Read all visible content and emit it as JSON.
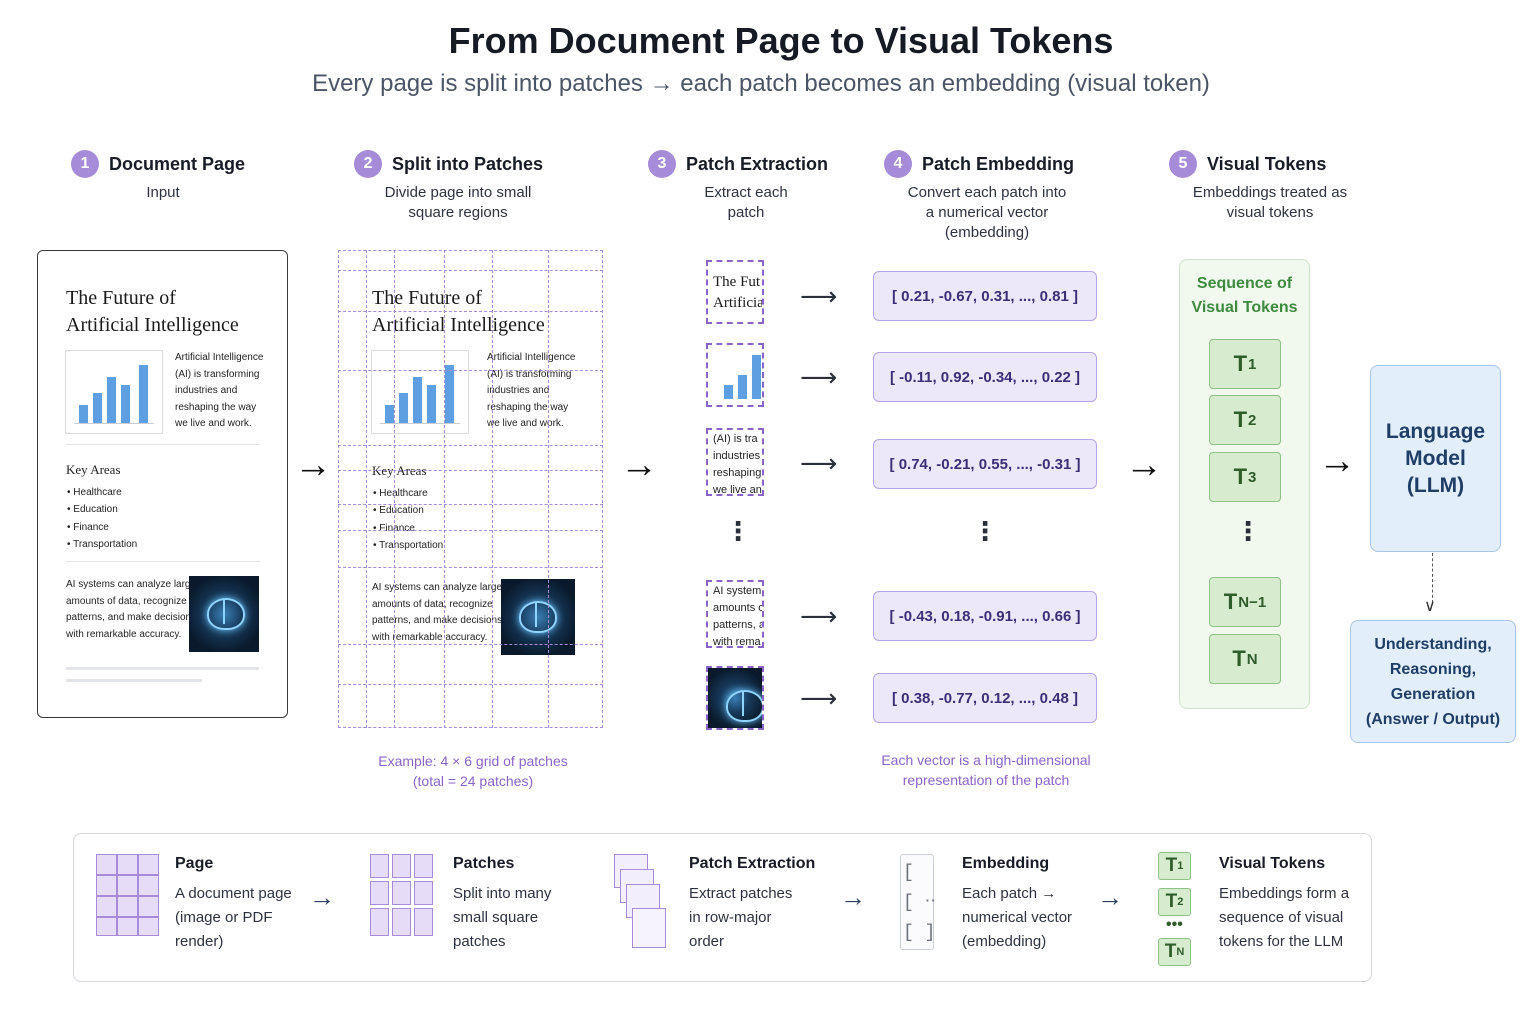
{
  "title": "From Document Page to Visual Tokens",
  "subtitle": "Every page is split into patches → each patch becomes an embedding (visual token)",
  "steps": [
    {
      "num": "1",
      "title": "Document Page",
      "desc": "Input"
    },
    {
      "num": "2",
      "title": "Split into Patches",
      "desc": "Divide page into small square regions"
    },
    {
      "num": "3",
      "title": "Patch Extraction",
      "desc": "Extract each patch"
    },
    {
      "num": "4",
      "title": "Patch Embedding",
      "desc": "Convert each patch into a numerical vector (embedding)"
    },
    {
      "num": "5",
      "title": "Visual Tokens",
      "desc": "Embeddings treated as visual tokens"
    }
  ],
  "document": {
    "title_line1": "The Future of",
    "title_line2": "Artificial Intelligence",
    "intro": [
      "Artificial Intelligence",
      "(AI) is transforming",
      "industries and",
      "reshaping the way",
      "we live and work."
    ],
    "key_areas_title": "Key Areas",
    "key_areas": [
      "Healthcare",
      "Education",
      "Finance",
      "Transportation"
    ],
    "ai_text": [
      "AI systems can analyze large",
      "amounts of data, recognize",
      "patterns, and make decisions",
      "with remarkable accuracy."
    ]
  },
  "grid_caption": [
    "Example: 4 × 6 grid of patches",
    "(total = 24 patches)"
  ],
  "patches": {
    "p1": [
      "The Fut",
      "Artificia"
    ],
    "p3": [
      "(AI) is tra",
      "industries",
      "reshaping",
      "we live an"
    ],
    "p5": [
      "AI system",
      "amounts o",
      "patterns, an",
      "with rema"
    ]
  },
  "vectors": [
    "[ 0.21, -0.67, 0.31, ..., 0.81 ]",
    "[ -0.11, 0.92, -0.34, ..., 0.22 ]",
    "[ 0.74, -0.21, 0.55, ..., -0.31 ]",
    "[ -0.43, 0.18, -0.91, ..., 0.66 ]",
    "[ 0.38, -0.77, 0.12, ..., 0.48 ]"
  ],
  "vector_caption": [
    "Each vector is a high-dimensional",
    "representation of the patch"
  ],
  "tokens": {
    "title_line1": "Sequence of",
    "title_line2": "Visual Tokens",
    "items": [
      {
        "base": "T",
        "sub": "1"
      },
      {
        "base": "T",
        "sub": "2"
      },
      {
        "base": "T",
        "sub": "3"
      },
      {
        "base": "T",
        "sub": "N−1"
      },
      {
        "base": "T",
        "sub": "N"
      }
    ]
  },
  "llm": {
    "line1": "Language",
    "line2": "Model",
    "line3": "(LLM)"
  },
  "output": {
    "line1": "Understanding,",
    "line2": "Reasoning,",
    "line3": "Generation",
    "line4": "(Answer / Output)"
  },
  "legend": [
    {
      "title": "Page",
      "desc": [
        "A document page",
        "(image or PDF",
        "render)"
      ]
    },
    {
      "title": "Patches",
      "desc": [
        "Split into many",
        "small square",
        "patches"
      ]
    },
    {
      "title": "Patch Extraction",
      "desc": [
        "Extract patches",
        "in row-major",
        "order"
      ]
    },
    {
      "title": "Embedding",
      "desc": [
        "Each patch →",
        "numerical vector",
        "(embedding)"
      ]
    },
    {
      "title": "Visual Tokens",
      "desc": [
        "Embeddings form a",
        "sequence of visual",
        "tokens for the LLM"
      ]
    }
  ],
  "legend_tokens": [
    {
      "base": "T",
      "sub": "1"
    },
    {
      "base": "T",
      "sub": "2"
    },
    {
      "base": "T",
      "sub": "N"
    }
  ],
  "colors": {
    "purple": "#a58bd8",
    "vector_bg": "#ede7fa",
    "token_green": "#d7ebcf",
    "llm_blue": "#e3eefb"
  }
}
